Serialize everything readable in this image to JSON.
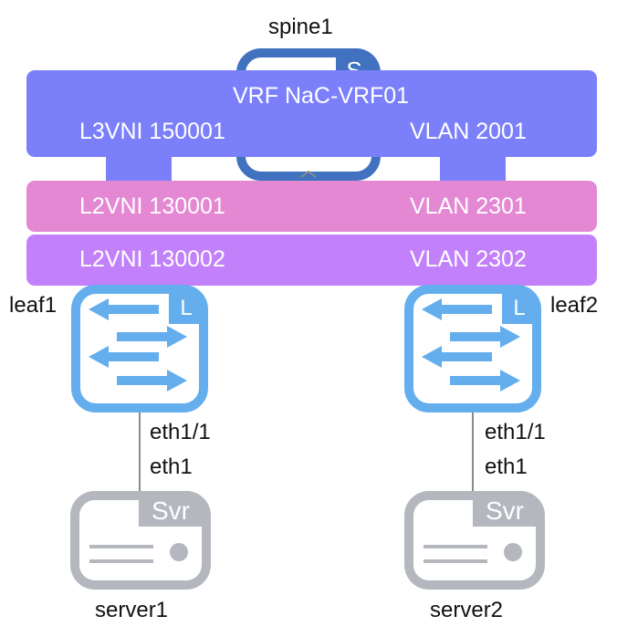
{
  "diagram": {
    "title": "EVPN VXLAN topology",
    "colors": {
      "vrf": "#7b80fa",
      "l2vni_1": "#e488d4",
      "l2vni_2": "#c281fa",
      "spine": "#4072c0",
      "leaf": "#64aeee",
      "server": "#b4b7be",
      "link": "#8a8a8a"
    },
    "nodes": {
      "spine1": {
        "label": "spine1",
        "badge": "S"
      },
      "leaf1": {
        "label": "leaf1",
        "badge": "L"
      },
      "leaf2": {
        "label": "leaf2",
        "badge": "L"
      },
      "server1": {
        "label": "server1",
        "badge": "Svr"
      },
      "server2": {
        "label": "server2",
        "badge": "Svr"
      }
    },
    "vrf": {
      "name": "VRF NaC-VRF01",
      "l3vni": "L3VNI 150001",
      "vlan": "VLAN 2001"
    },
    "networks": [
      {
        "l2vni": "L2VNI 130001",
        "vlan": "VLAN 2301"
      },
      {
        "l2vni": "L2VNI 130002",
        "vlan": "VLAN 2302"
      }
    ],
    "links": [
      {
        "from": "leaf1",
        "to": "server1",
        "from_port": "eth1/1",
        "to_port": "eth1"
      },
      {
        "from": "leaf2",
        "to": "server2",
        "from_port": "eth1/1",
        "to_port": "eth1"
      }
    ]
  }
}
